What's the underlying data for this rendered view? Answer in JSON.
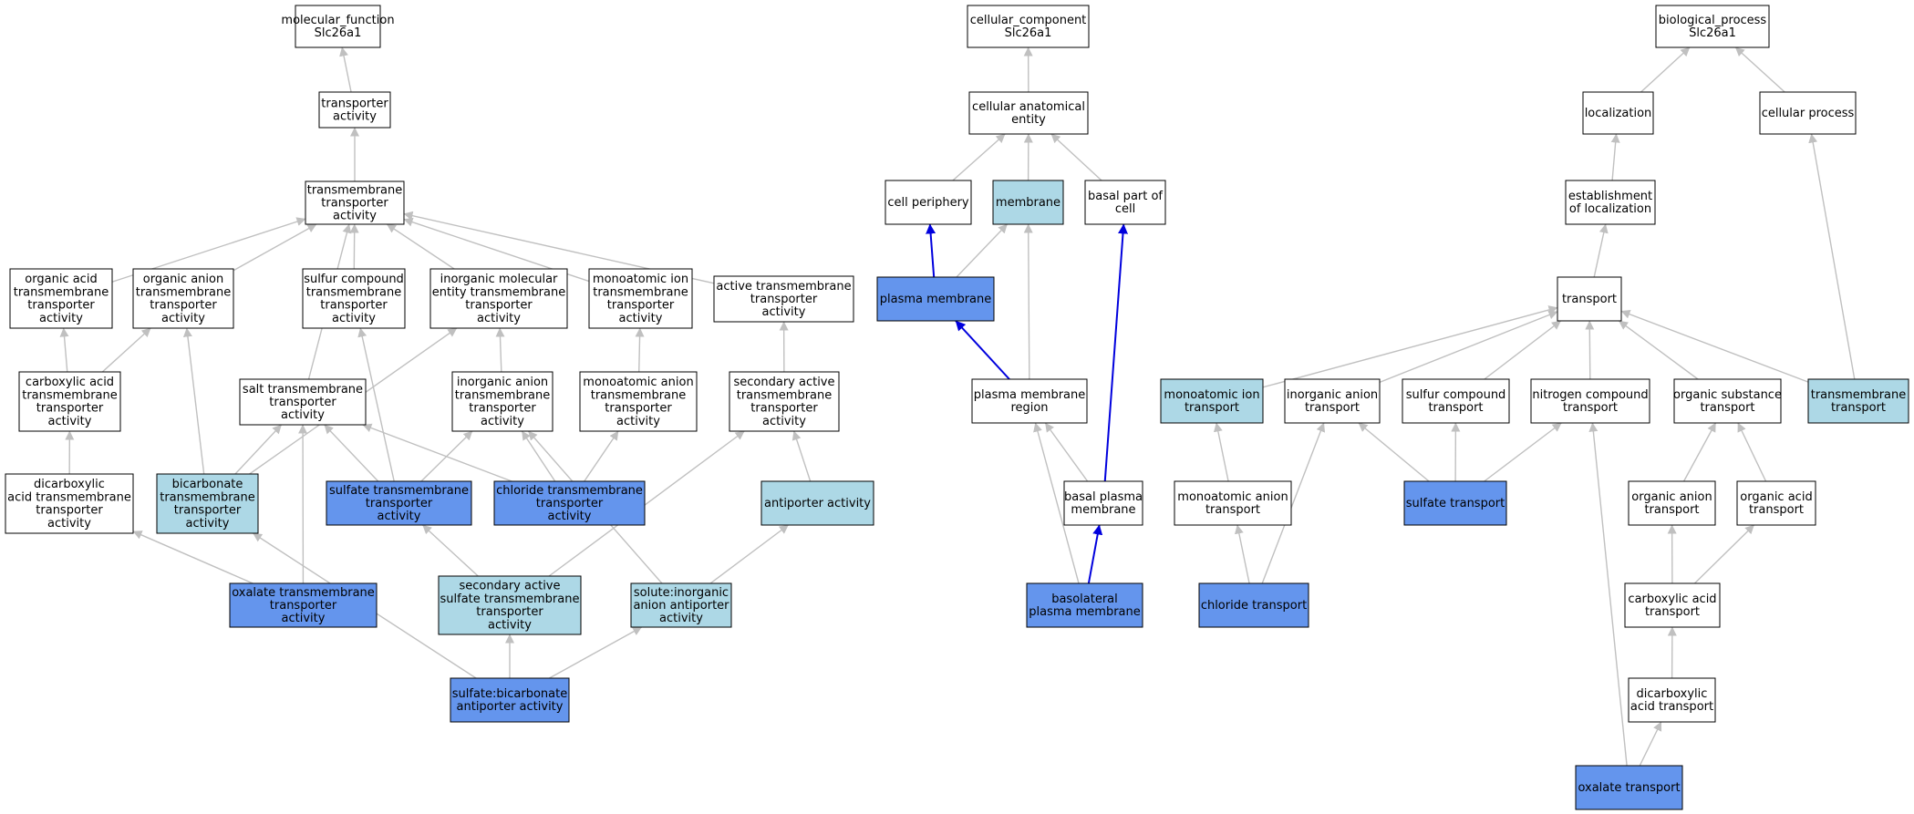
{
  "colors": {
    "plain": "#ffffff",
    "light": "#add8e6",
    "dark": "#6495ed",
    "edge_gray": "#c0c0c0",
    "edge_blue": "#0000dd",
    "stroke": "#000000"
  },
  "nodes": [
    {
      "id": "mf",
      "lines": [
        "molecular_function",
        "Slc26a1"
      ],
      "fill": "plain"
    },
    {
      "id": "ta",
      "lines": [
        "transporter",
        "activity"
      ],
      "fill": "plain"
    },
    {
      "id": "tmta",
      "lines": [
        "transmembrane",
        "transporter",
        "activity"
      ],
      "fill": "plain"
    },
    {
      "id": "oacid",
      "lines": [
        "organic acid",
        "transmembrane",
        "transporter",
        "activity"
      ],
      "fill": "plain"
    },
    {
      "id": "oanion",
      "lines": [
        "organic anion",
        "transmembrane",
        "transporter",
        "activity"
      ],
      "fill": "plain"
    },
    {
      "id": "sulfcomp",
      "lines": [
        "sulfur compound",
        "transmembrane",
        "transporter",
        "activity"
      ],
      "fill": "plain"
    },
    {
      "id": "inorgmol",
      "lines": [
        "inorganic molecular",
        "entity transmembrane",
        "transporter",
        "activity"
      ],
      "fill": "plain"
    },
    {
      "id": "monoion",
      "lines": [
        "monoatomic ion",
        "transmembrane",
        "transporter",
        "activity"
      ],
      "fill": "plain"
    },
    {
      "id": "activetm",
      "lines": [
        "active transmembrane",
        "transporter",
        "activity"
      ],
      "fill": "plain"
    },
    {
      "id": "carbox",
      "lines": [
        "carboxylic acid",
        "transmembrane",
        "transporter",
        "activity"
      ],
      "fill": "plain"
    },
    {
      "id": "salt",
      "lines": [
        "salt transmembrane",
        "transporter",
        "activity"
      ],
      "fill": "plain"
    },
    {
      "id": "inorganion",
      "lines": [
        "inorganic anion",
        "transmembrane",
        "transporter",
        "activity"
      ],
      "fill": "plain"
    },
    {
      "id": "monoanion",
      "lines": [
        "monoatomic anion",
        "transmembrane",
        "transporter",
        "activity"
      ],
      "fill": "plain"
    },
    {
      "id": "secactive",
      "lines": [
        "secondary active",
        "transmembrane",
        "transporter",
        "activity"
      ],
      "fill": "plain"
    },
    {
      "id": "dicarbox",
      "lines": [
        "dicarboxylic",
        "acid transmembrane",
        "transporter",
        "activity"
      ],
      "fill": "plain"
    },
    {
      "id": "bicarb",
      "lines": [
        "bicarbonate",
        "transmembrane",
        "transporter",
        "activity"
      ],
      "fill": "light"
    },
    {
      "id": "sulfatetm",
      "lines": [
        "sulfate transmembrane",
        "transporter",
        "activity"
      ],
      "fill": "dark"
    },
    {
      "id": "chloridetm",
      "lines": [
        "chloride transmembrane",
        "transporter",
        "activity"
      ],
      "fill": "dark"
    },
    {
      "id": "antiporter",
      "lines": [
        "antiporter activity"
      ],
      "fill": "light"
    },
    {
      "id": "oxalatetm",
      "lines": [
        "oxalate transmembrane",
        "transporter",
        "activity"
      ],
      "fill": "dark"
    },
    {
      "id": "secsulf",
      "lines": [
        "secondary active",
        "sulfate transmembrane",
        "transporter",
        "activity"
      ],
      "fill": "light"
    },
    {
      "id": "soluteinorg",
      "lines": [
        "solute:inorganic",
        "anion antiporter",
        "activity"
      ],
      "fill": "light"
    },
    {
      "id": "sulfbicarb",
      "lines": [
        "sulfate:bicarbonate",
        "antiporter activity"
      ],
      "fill": "dark"
    },
    {
      "id": "cc",
      "lines": [
        "cellular_component",
        "Slc26a1"
      ],
      "fill": "plain"
    },
    {
      "id": "cae",
      "lines": [
        "cellular anatomical",
        "entity"
      ],
      "fill": "plain"
    },
    {
      "id": "periph",
      "lines": [
        "cell periphery"
      ],
      "fill": "plain"
    },
    {
      "id": "membrane",
      "lines": [
        "membrane"
      ],
      "fill": "light"
    },
    {
      "id": "basalpart",
      "lines": [
        "basal part of",
        "cell"
      ],
      "fill": "plain"
    },
    {
      "id": "plasmamem",
      "lines": [
        "plasma membrane"
      ],
      "fill": "dark"
    },
    {
      "id": "pmregion",
      "lines": [
        "plasma membrane",
        "region"
      ],
      "fill": "plain"
    },
    {
      "id": "basalpm",
      "lines": [
        "basal plasma",
        "membrane"
      ],
      "fill": "plain"
    },
    {
      "id": "basolat",
      "lines": [
        "basolateral",
        "plasma membrane"
      ],
      "fill": "dark"
    },
    {
      "id": "bp",
      "lines": [
        "biological_process",
        "Slc26a1"
      ],
      "fill": "plain"
    },
    {
      "id": "local",
      "lines": [
        "localization"
      ],
      "fill": "plain"
    },
    {
      "id": "cellproc",
      "lines": [
        "cellular process"
      ],
      "fill": "plain"
    },
    {
      "id": "estab",
      "lines": [
        "establishment",
        "of localization"
      ],
      "fill": "plain"
    },
    {
      "id": "transport",
      "lines": [
        "transport"
      ],
      "fill": "plain"
    },
    {
      "id": "monoiontr",
      "lines": [
        "monoatomic ion",
        "transport"
      ],
      "fill": "light"
    },
    {
      "id": "inorganiontr",
      "lines": [
        "inorganic anion",
        "transport"
      ],
      "fill": "plain"
    },
    {
      "id": "sulfcomptr",
      "lines": [
        "sulfur compound",
        "transport"
      ],
      "fill": "plain"
    },
    {
      "id": "nitrotr",
      "lines": [
        "nitrogen compound",
        "transport"
      ],
      "fill": "plain"
    },
    {
      "id": "orgsubtr",
      "lines": [
        "organic substance",
        "transport"
      ],
      "fill": "plain"
    },
    {
      "id": "tmtr",
      "lines": [
        "transmembrane",
        "transport"
      ],
      "fill": "light"
    },
    {
      "id": "monoaniontr",
      "lines": [
        "monoatomic anion",
        "transport"
      ],
      "fill": "plain"
    },
    {
      "id": "sulfatetr",
      "lines": [
        "sulfate transport"
      ],
      "fill": "dark"
    },
    {
      "id": "oaniontr",
      "lines": [
        "organic anion",
        "transport"
      ],
      "fill": "plain"
    },
    {
      "id": "oacidtr",
      "lines": [
        "organic acid",
        "transport"
      ],
      "fill": "plain"
    },
    {
      "id": "chloridetr",
      "lines": [
        "chloride transport"
      ],
      "fill": "dark"
    },
    {
      "id": "carboxtr",
      "lines": [
        "carboxylic acid",
        "transport"
      ],
      "fill": "plain"
    },
    {
      "id": "dicarbtr",
      "lines": [
        "dicarboxylic",
        "acid transport"
      ],
      "fill": "plain"
    },
    {
      "id": "oxalatetr",
      "lines": [
        "oxalate transport"
      ],
      "fill": "dark"
    }
  ],
  "edges": [
    {
      "from": "ta",
      "to": "mf",
      "color": "gray"
    },
    {
      "from": "tmta",
      "to": "ta",
      "color": "gray"
    },
    {
      "from": "oacid",
      "to": "tmta",
      "color": "gray"
    },
    {
      "from": "oanion",
      "to": "tmta",
      "color": "gray"
    },
    {
      "from": "sulfcomp",
      "to": "tmta",
      "color": "gray"
    },
    {
      "from": "inorgmol",
      "to": "tmta",
      "color": "gray"
    },
    {
      "from": "monoion",
      "to": "tmta",
      "color": "gray"
    },
    {
      "from": "activetm",
      "to": "tmta",
      "color": "gray"
    },
    {
      "from": "salt",
      "to": "tmta",
      "color": "gray"
    },
    {
      "from": "carbox",
      "to": "oacid",
      "color": "gray"
    },
    {
      "from": "carbox",
      "to": "oanion",
      "color": "gray"
    },
    {
      "from": "dicarbox",
      "to": "carbox",
      "color": "gray"
    },
    {
      "from": "bicarb",
      "to": "oanion",
      "color": "gray"
    },
    {
      "from": "bicarb",
      "to": "inorgmol",
      "color": "gray"
    },
    {
      "from": "bicarb",
      "to": "salt",
      "color": "gray"
    },
    {
      "from": "inorganion",
      "to": "inorgmol",
      "color": "gray"
    },
    {
      "from": "monoanion",
      "to": "monoion",
      "color": "gray"
    },
    {
      "from": "secactive",
      "to": "activetm",
      "color": "gray"
    },
    {
      "from": "sulfatetm",
      "to": "salt",
      "color": "gray"
    },
    {
      "from": "sulfatetm",
      "to": "sulfcomp",
      "color": "gray"
    },
    {
      "from": "sulfatetm",
      "to": "inorganion",
      "color": "gray"
    },
    {
      "from": "chloridetm",
      "to": "salt",
      "color": "gray"
    },
    {
      "from": "chloridetm",
      "to": "inorganion",
      "color": "gray"
    },
    {
      "from": "chloridetm",
      "to": "monoanion",
      "color": "gray"
    },
    {
      "from": "antiporter",
      "to": "secactive",
      "color": "gray"
    },
    {
      "from": "oxalatetm",
      "to": "dicarbox",
      "color": "gray"
    },
    {
      "from": "oxalatetm",
      "to": "salt",
      "color": "gray"
    },
    {
      "from": "secsulf",
      "to": "sulfatetm",
      "color": "gray"
    },
    {
      "from": "secsulf",
      "to": "secactive",
      "color": "gray"
    },
    {
      "from": "soluteinorg",
      "to": "antiporter",
      "color": "gray"
    },
    {
      "from": "soluteinorg",
      "to": "inorganion",
      "color": "gray"
    },
    {
      "from": "sulfbicarb",
      "to": "secsulf",
      "color": "gray"
    },
    {
      "from": "sulfbicarb",
      "to": "soluteinorg",
      "color": "gray"
    },
    {
      "from": "sulfbicarb",
      "to": "bicarb",
      "color": "gray"
    },
    {
      "from": "cae",
      "to": "cc",
      "color": "gray"
    },
    {
      "from": "periph",
      "to": "cae",
      "color": "gray"
    },
    {
      "from": "membrane",
      "to": "cae",
      "color": "gray"
    },
    {
      "from": "basalpart",
      "to": "cae",
      "color": "gray"
    },
    {
      "from": "plasmamem",
      "to": "periph",
      "color": "blue"
    },
    {
      "from": "plasmamem",
      "to": "membrane",
      "color": "gray"
    },
    {
      "from": "pmregion",
      "to": "plasmamem",
      "color": "blue"
    },
    {
      "from": "pmregion",
      "to": "membrane",
      "color": "gray"
    },
    {
      "from": "basalpm",
      "to": "pmregion",
      "color": "gray"
    },
    {
      "from": "basalpm",
      "to": "basalpart",
      "color": "blue"
    },
    {
      "from": "basolat",
      "to": "basalpm",
      "color": "blue"
    },
    {
      "from": "basolat",
      "to": "pmregion",
      "color": "gray"
    },
    {
      "from": "local",
      "to": "bp",
      "color": "gray"
    },
    {
      "from": "cellproc",
      "to": "bp",
      "color": "gray"
    },
    {
      "from": "estab",
      "to": "local",
      "color": "gray"
    },
    {
      "from": "transport",
      "to": "estab",
      "color": "gray"
    },
    {
      "from": "monoiontr",
      "to": "transport",
      "color": "gray"
    },
    {
      "from": "inorganiontr",
      "to": "transport",
      "color": "gray"
    },
    {
      "from": "sulfcomptr",
      "to": "transport",
      "color": "gray"
    },
    {
      "from": "nitrotr",
      "to": "transport",
      "color": "gray"
    },
    {
      "from": "orgsubtr",
      "to": "transport",
      "color": "gray"
    },
    {
      "from": "tmtr",
      "to": "transport",
      "color": "gray"
    },
    {
      "from": "tmtr",
      "to": "cellproc",
      "color": "gray"
    },
    {
      "from": "monoaniontr",
      "to": "monoiontr",
      "color": "gray"
    },
    {
      "from": "sulfatetr",
      "to": "inorganiontr",
      "color": "gray"
    },
    {
      "from": "sulfatetr",
      "to": "sulfcomptr",
      "color": "gray"
    },
    {
      "from": "sulfatetr",
      "to": "nitrotr",
      "color": "gray"
    },
    {
      "from": "oaniontr",
      "to": "orgsubtr",
      "color": "gray"
    },
    {
      "from": "oacidtr",
      "to": "orgsubtr",
      "color": "gray"
    },
    {
      "from": "chloridetr",
      "to": "monoaniontr",
      "color": "gray"
    },
    {
      "from": "chloridetr",
      "to": "inorganiontr",
      "color": "gray"
    },
    {
      "from": "carboxtr",
      "to": "oaniontr",
      "color": "gray"
    },
    {
      "from": "carboxtr",
      "to": "oacidtr",
      "color": "gray"
    },
    {
      "from": "dicarbtr",
      "to": "carboxtr",
      "color": "gray"
    },
    {
      "from": "oxalatetr",
      "to": "dicarbtr",
      "color": "gray"
    },
    {
      "from": "oxalatetr",
      "to": "nitrotr",
      "color": "gray"
    }
  ]
}
